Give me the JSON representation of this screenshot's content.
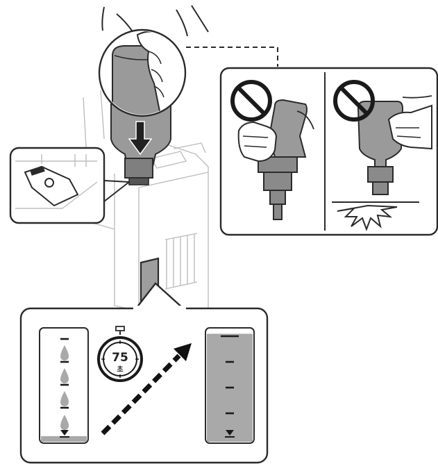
{
  "illustration": {
    "topic": "ink-bottle-refill",
    "timer": {
      "value": "75",
      "unit": "초"
    },
    "prohibited_actions": [
      {
        "icon": "no-symbol-icon",
        "action": "squeeze-bottle"
      },
      {
        "icon": "no-symbol-icon",
        "action": "drop-bottle"
      }
    ],
    "ink_level": {
      "before_fraction": 0.05,
      "after_fraction": 0.96
    },
    "colors": {
      "line": "#2a2a2a",
      "ink": "#a9a9a9",
      "ink_light": "#c9c9c9",
      "panel_bg": "#ffffff"
    }
  }
}
